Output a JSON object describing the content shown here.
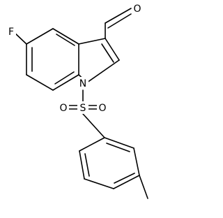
{
  "molecule": {
    "atom_labels": {
      "fluorine": "F",
      "aldehyde_oxygen": "O",
      "nitrogen": "N",
      "sulfur": "S",
      "sulfonyl_oxygen_left": "O",
      "sulfonyl_oxygen_right": "O"
    }
  }
}
